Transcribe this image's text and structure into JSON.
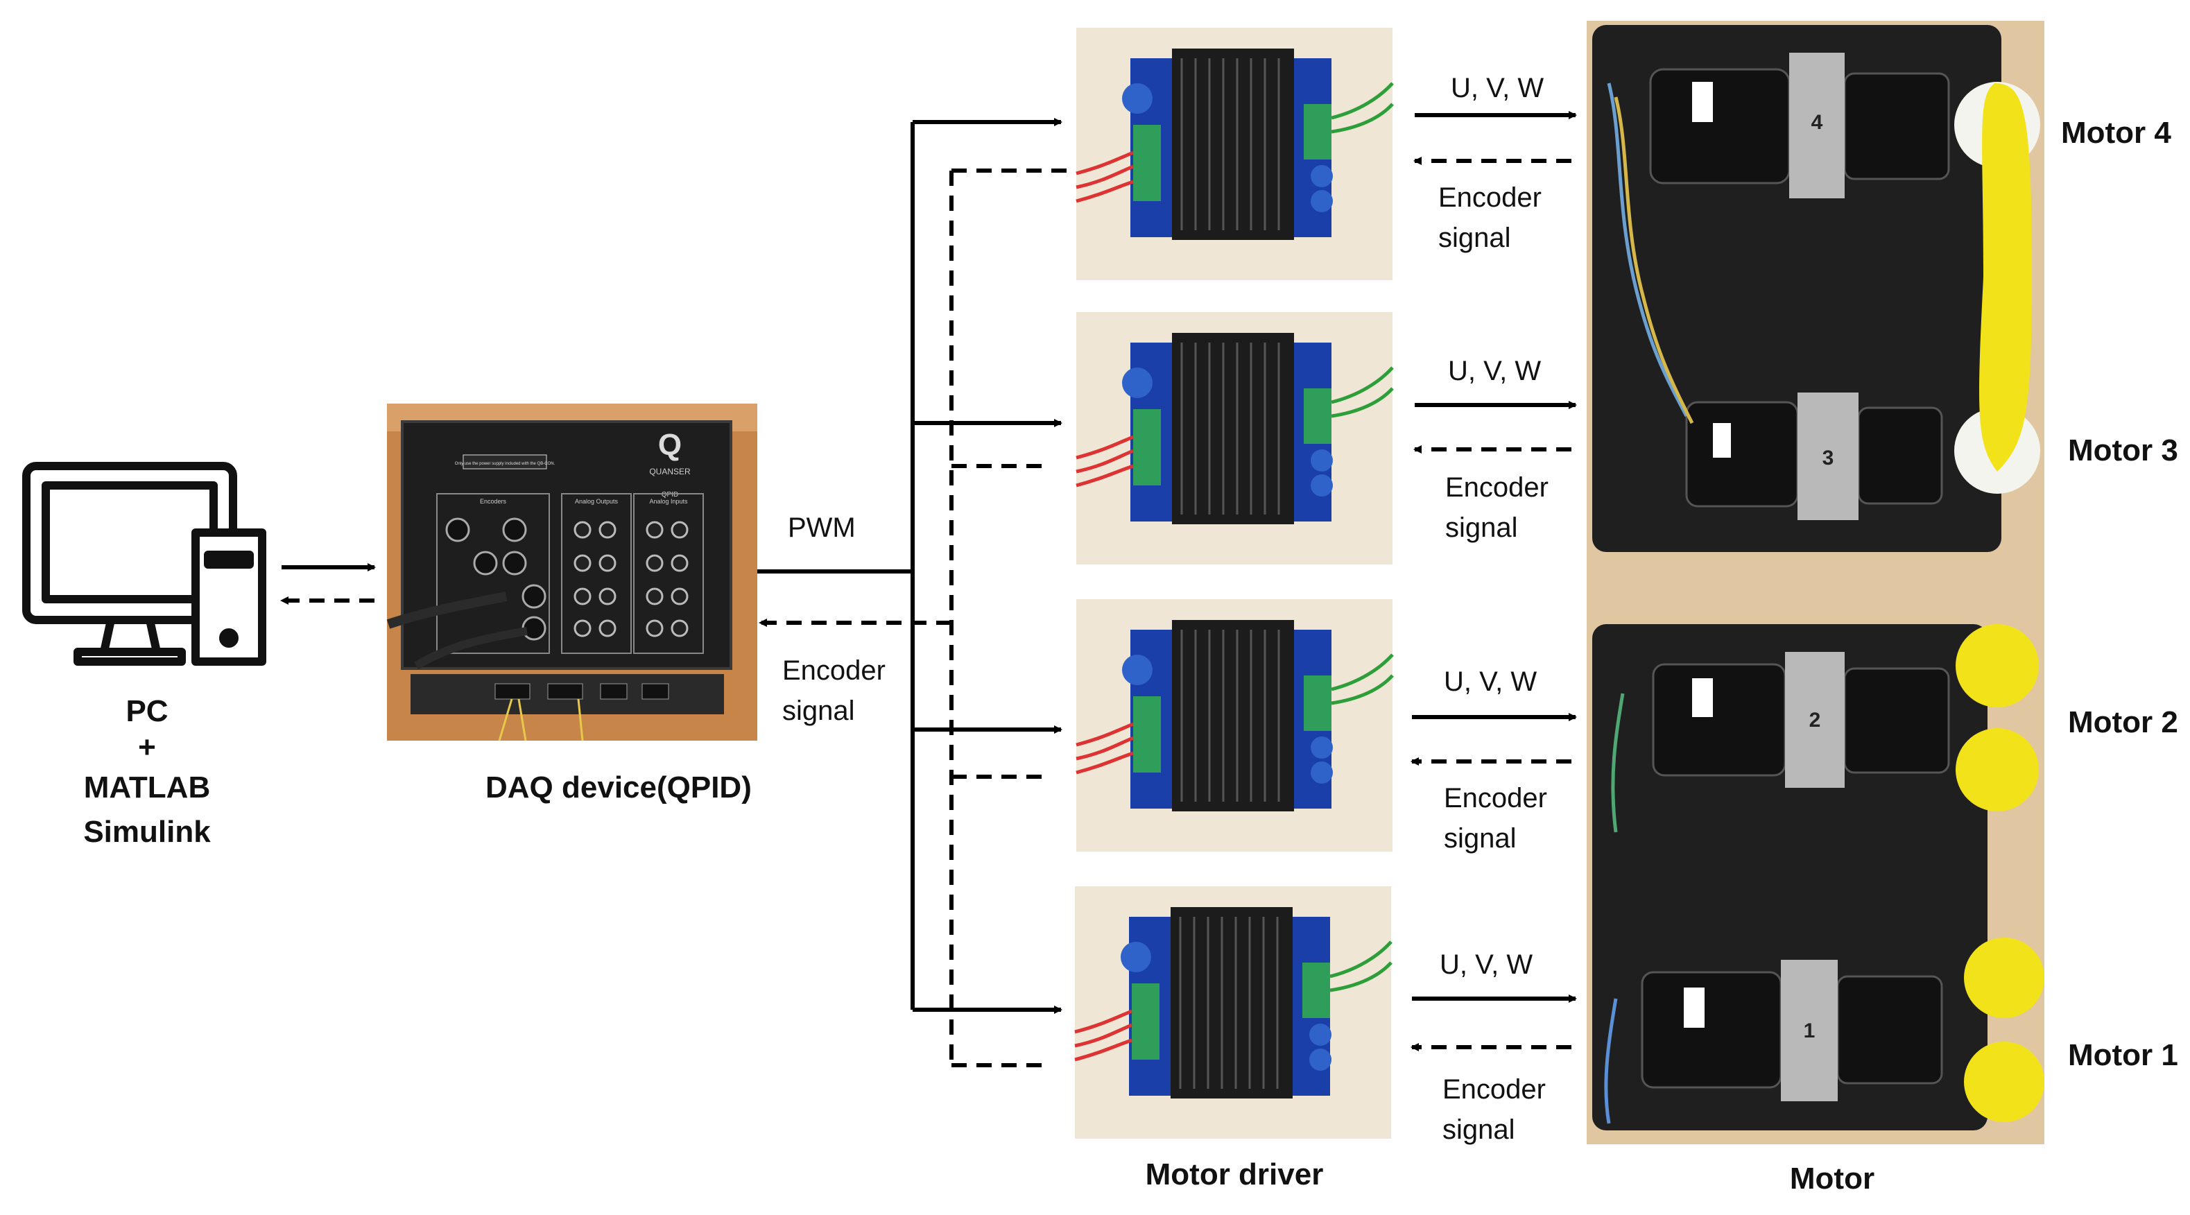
{
  "pc": {
    "line1": "PC",
    "line2": "+",
    "line3": "MATLAB",
    "line4": "Simulink",
    "icon": "desktop-computer-icon"
  },
  "daq": {
    "caption": "DAQ device(QPID)",
    "brand_letter": "Q",
    "brand_name": "QUANSER",
    "model": "QPID",
    "warning": "Only use the power supply included with the QB-CON.",
    "sections": [
      "Encoders",
      "Analog Outputs",
      "Analog Inputs"
    ]
  },
  "signals": {
    "pwm": "PWM",
    "encoder_line1": "Encoder",
    "encoder_line2": "signal",
    "uvw": "U, V, W"
  },
  "drivers": {
    "caption": "Motor driver",
    "count": 4
  },
  "motors": {
    "caption": "Motor",
    "labels": [
      "Motor 4",
      "Motor 3",
      "Motor 2",
      "Motor 1"
    ],
    "unit_numbers": [
      "4",
      "3",
      "2",
      "1"
    ]
  },
  "colors": {
    "line": "#000000",
    "heatsink": "#1c1c1c",
    "pcb": "#1a3fa8",
    "terminal": "#2e9e5a",
    "capacitor": "#2f63c9",
    "pulley": "#f2e21a",
    "daq_panel": "#1e1e1e",
    "daq_background": "#c8854a",
    "motor_background": "#e0c7a1"
  }
}
